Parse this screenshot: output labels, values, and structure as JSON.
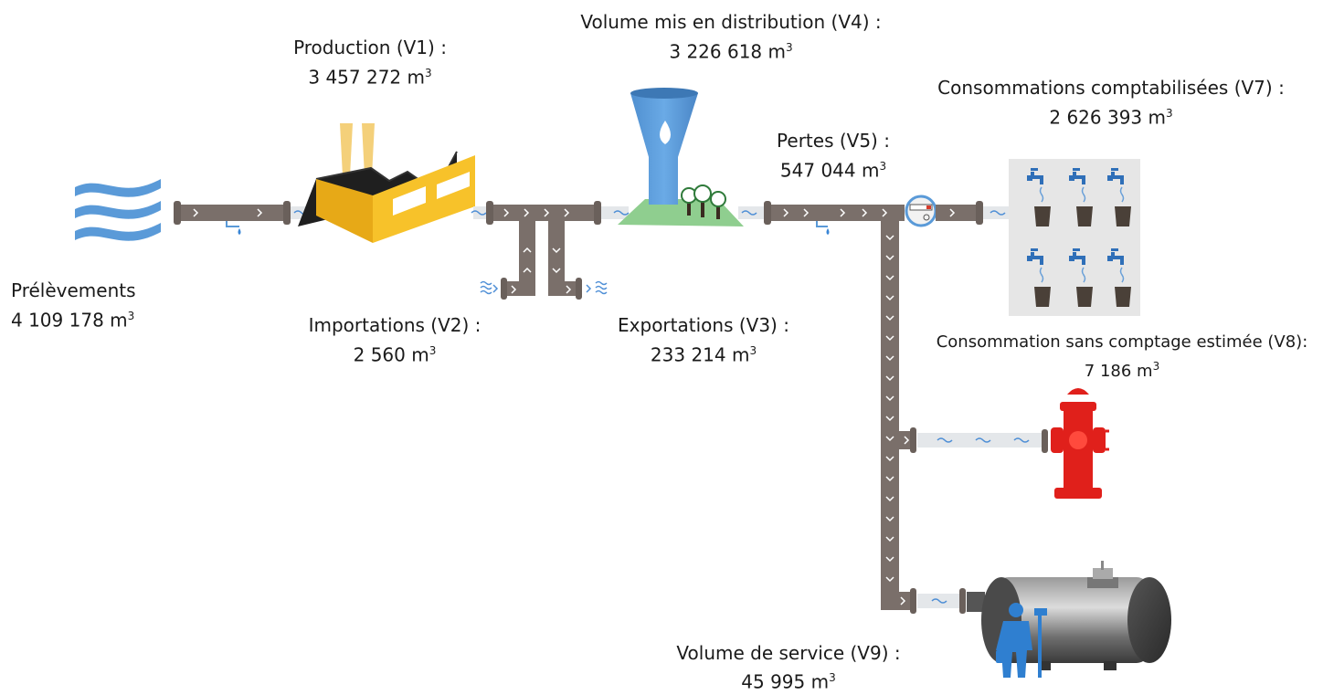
{
  "nodes": {
    "prelevements": {
      "title": "Prélèvements",
      "value": "4 109 178 m",
      "unit_exp": "3"
    },
    "production": {
      "title": "Production (V1) :",
      "value": "3 457 272 m",
      "unit_exp": "3"
    },
    "importations": {
      "title": "Importations (V2) :",
      "value": "2 560 m",
      "unit_exp": "3"
    },
    "exportations": {
      "title": "Exportations (V3) :",
      "value": "233 214 m",
      "unit_exp": "3"
    },
    "distribution": {
      "title": "Volume mis en distribution (V4) :",
      "value": "3 226 618 m",
      "unit_exp": "3"
    },
    "pertes": {
      "title": "Pertes (V5) :",
      "value": "547 044 m",
      "unit_exp": "3"
    },
    "consommations": {
      "title": "Consommations comptabilisées (V7) :",
      "value": "2 626 393 m",
      "unit_exp": "3"
    },
    "sans_comptage": {
      "title": "Consommation sans comptage estimée (V8):",
      "value": "7 186 m",
      "unit_exp": "3"
    },
    "service": {
      "title": "Volume de service (V9) :",
      "value": "45 995 m",
      "unit_exp": "3"
    }
  },
  "colors": {
    "pipe": "#7a6f6a",
    "water": "#4f8fd6",
    "factory": "#f0b51c",
    "tower": "#5b9bd8",
    "ground": "#8fce8f",
    "hydrant": "#e0201b",
    "tank": "#6b6b6b",
    "worker": "#2f7fd0",
    "panel": "#e6e6e6"
  }
}
